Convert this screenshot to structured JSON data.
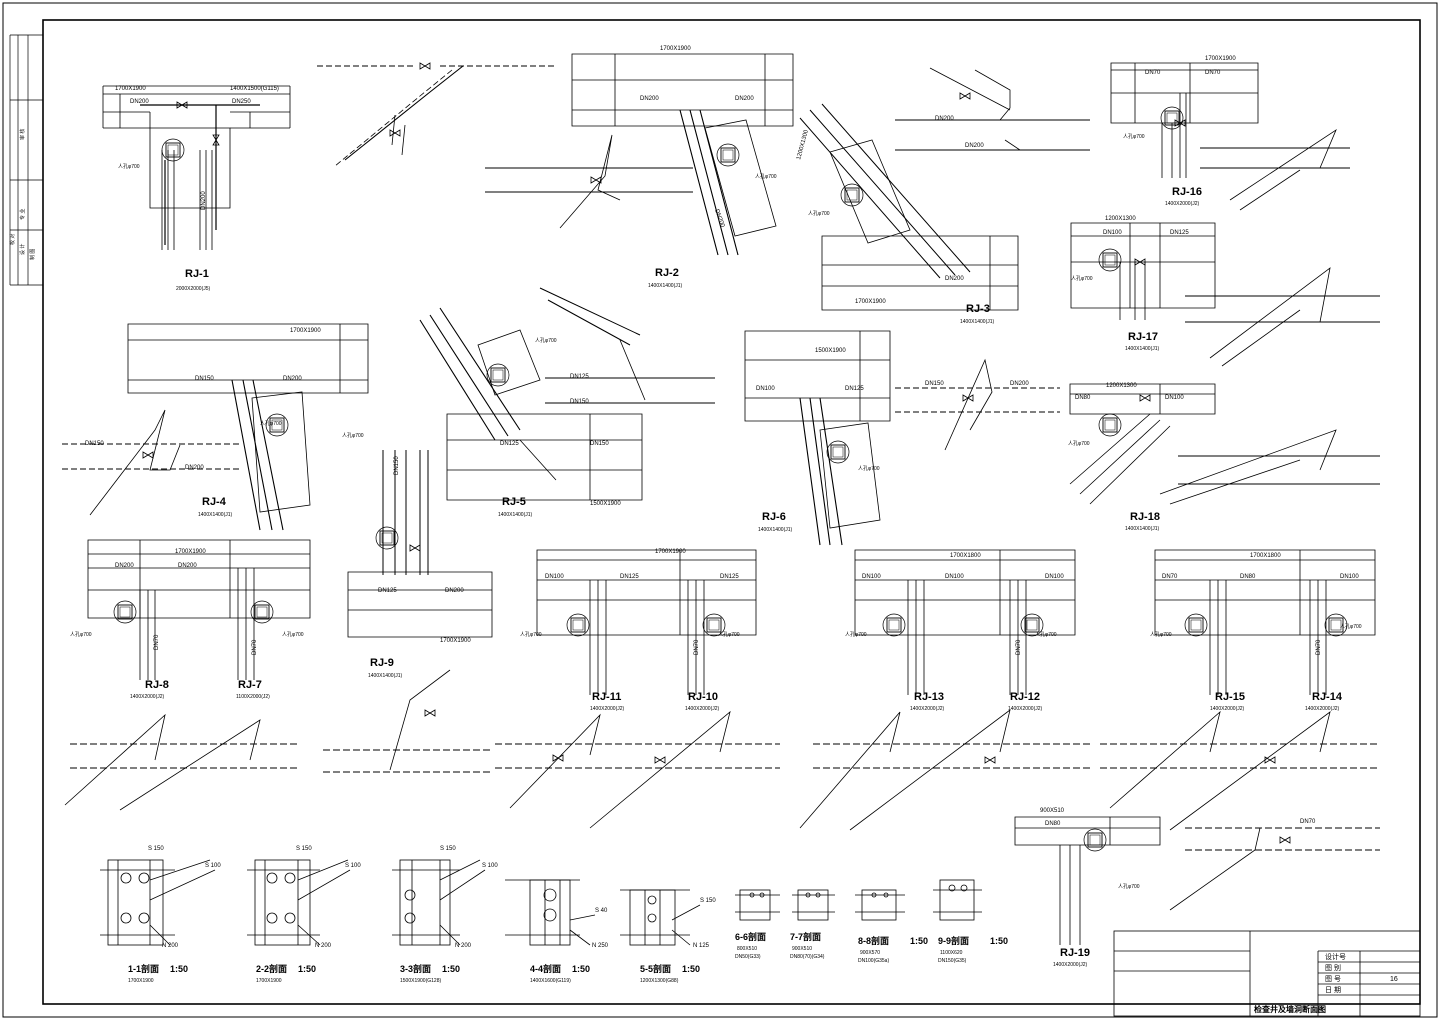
{
  "sheet": {
    "title_block": {
      "drawing_name": "检查井及墙洞断面图",
      "rows": [
        "设计号",
        "图 别",
        "图 号",
        "日 期"
      ],
      "sheet_no": "16"
    },
    "side_strip": [
      "审 核",
      "专 业",
      "校 对",
      "设 计",
      "制 图"
    ]
  },
  "details": [
    {
      "id": "RJ-1",
      "title": "RJ-1",
      "sub": "2000X2000(J5)",
      "size_a": "1700X1900",
      "size_b": "1400X1500(G115)",
      "pipes": [
        "DN200",
        "DN250",
        "DN200"
      ],
      "manhole": "人孔φ700"
    },
    {
      "id": "RJ-2",
      "title": "RJ-2",
      "sub": "1400X1400(J1)",
      "size_a": "1700X1900",
      "pipes": [
        "DN200",
        "DN200",
        "DN200"
      ],
      "manhole": "人孔φ700"
    },
    {
      "id": "RJ-3",
      "title": "RJ-3",
      "sub": "1400X1400(J1)",
      "size_a": "1700X1900",
      "size_b": "1200X1300",
      "pipes": [
        "DN200",
        "DN200",
        "DN200"
      ],
      "manhole": "人孔φ700"
    },
    {
      "id": "RJ-4",
      "title": "RJ-4",
      "sub": "1400X1400(J1)",
      "size_a": "1700X1900",
      "pipes": [
        "DN150",
        "DN200",
        "DN150",
        "DN200"
      ],
      "manhole": "人孔φ700"
    },
    {
      "id": "RJ-5",
      "title": "RJ-5",
      "sub": "1400X1400(J1)",
      "size_a": "1500X1900",
      "pipes": [
        "DN125",
        "DN150",
        "DN125",
        "DN150"
      ],
      "manhole": "人孔φ700"
    },
    {
      "id": "RJ-6",
      "title": "RJ-6",
      "sub": "1400X1400(J1)",
      "size_a": "1500X1900",
      "pipes": [
        "DN100",
        "DN125",
        "DN150",
        "DN200"
      ],
      "manhole": "人孔φ700"
    },
    {
      "id": "RJ-7",
      "title": "RJ-7",
      "sub": "1100X2000(J2)",
      "pipes": [
        "DN70"
      ],
      "manhole": "人孔φ700"
    },
    {
      "id": "RJ-8",
      "title": "RJ-8",
      "sub": "1400X2000(J2)",
      "size_a": "1700X1900",
      "pipes": [
        "DN200",
        "DN200",
        "DN70"
      ],
      "manhole": "人孔φ700"
    },
    {
      "id": "RJ-9",
      "title": "RJ-9",
      "sub": "1400X1400(J1)",
      "size_a": "1700X1900",
      "pipes": [
        "DN125",
        "DN200",
        "DN150"
      ],
      "manhole": "人孔φ700"
    },
    {
      "id": "RJ-10",
      "title": "RJ-10",
      "sub": "1400X2000(J2)",
      "pipes": [
        "DN70"
      ],
      "manhole": "人孔φ700"
    },
    {
      "id": "RJ-11",
      "title": "RJ-11",
      "sub": "1400X2000(J2)",
      "size_a": "1700X1900",
      "pipes": [
        "DN100",
        "DN125",
        "DN125"
      ],
      "manhole": "人孔φ700"
    },
    {
      "id": "RJ-12",
      "title": "RJ-12",
      "sub": "1400X2000(J2)",
      "pipes": [
        "DN70"
      ],
      "manhole": "人孔φ700"
    },
    {
      "id": "RJ-13",
      "title": "RJ-13",
      "sub": "1400X2000(J2)",
      "size_a": "1700X1800",
      "pipes": [
        "DN100",
        "DN100",
        "DN100"
      ],
      "manhole": "人孔φ700"
    },
    {
      "id": "RJ-14",
      "title": "RJ-14",
      "sub": "1400X2000(J2)",
      "pipes": [
        "DN70"
      ],
      "manhole": "人孔φ700"
    },
    {
      "id": "RJ-15",
      "title": "RJ-15",
      "sub": "1400X2000(J2)",
      "size_a": "1700X1800",
      "pipes": [
        "DN70",
        "DN80",
        "DN100"
      ],
      "manhole": "人孔φ700"
    },
    {
      "id": "RJ-16",
      "title": "RJ-16",
      "sub": "1400X2000(J2)",
      "size_a": "1700X1900",
      "pipes": [
        "DN70",
        "DN70"
      ],
      "manhole": "人孔φ700"
    },
    {
      "id": "RJ-17",
      "title": "RJ-17",
      "sub": "1400X1400(J1)",
      "size_a": "1200X1300",
      "pipes": [
        "DN100",
        "DN125"
      ],
      "manhole": "人孔φ700"
    },
    {
      "id": "RJ-18",
      "title": "RJ-18",
      "sub": "1400X1400(J1)",
      "size_a": "1200X1300",
      "pipes": [
        "DN80",
        "DN100"
      ],
      "manhole": "人孔φ700"
    },
    {
      "id": "RJ-19",
      "title": "RJ-19",
      "sub": "1400X2000(J2)",
      "size_a": "900X510",
      "pipes": [
        "DN80",
        "DN70"
      ],
      "manhole": "人孔φ700"
    }
  ],
  "sections": [
    {
      "title": "1-1剖面",
      "scale": "1:50",
      "sub": "1700X1900",
      "notes": [
        "S 150",
        "S 100",
        "N 200"
      ]
    },
    {
      "title": "2-2剖面",
      "scale": "1:50",
      "sub": "1700X1900",
      "notes": [
        "S 150",
        "S 100",
        "N 200"
      ]
    },
    {
      "title": "3-3剖面",
      "scale": "1:50",
      "sub": "1500X1900(G128)",
      "notes": [
        "S 150",
        "S 100",
        "N 200"
      ]
    },
    {
      "title": "4-4剖面",
      "scale": "1:50",
      "sub": "1400X1600(G119)",
      "notes": [
        "S 40",
        "N 250"
      ]
    },
    {
      "title": "5-5剖面",
      "scale": "1:50",
      "sub": "1200X1300(G88)",
      "notes": [
        "S 150",
        "N 125"
      ]
    },
    {
      "title": "6-6剖面",
      "scale": "",
      "sub": "800X510",
      "sub2": "DN50(G33)"
    },
    {
      "title": "7-7剖面",
      "scale": "",
      "sub": "900X510",
      "sub2": "DN80(70)(G34)"
    },
    {
      "title": "8-8剖面",
      "scale": "1:50",
      "sub": "900X570",
      "sub2": "DN100(G35a)"
    },
    {
      "title": "9-9剖面",
      "scale": "1:50",
      "sub": "1100X620",
      "sub2": "DN150(G35)"
    }
  ],
  "icons": {
    "valve": "gate-valve-icon",
    "manhole": "manhole-icon",
    "slope": "slope-arrow-icon"
  }
}
